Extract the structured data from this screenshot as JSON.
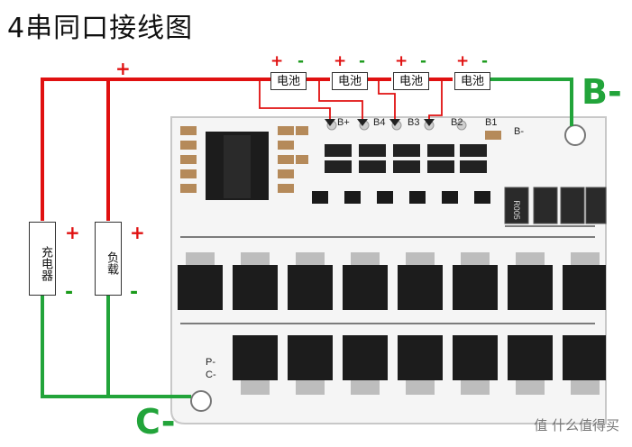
{
  "title": "4串同口接线图",
  "batteries": [
    {
      "label": "电池",
      "plus": "+",
      "minus": "-"
    },
    {
      "label": "电池",
      "plus": "+",
      "minus": "-"
    },
    {
      "label": "电池",
      "plus": "+",
      "minus": "-"
    },
    {
      "label": "电池",
      "plus": "+",
      "minus": "-"
    }
  ],
  "top_plus": "+",
  "charger": {
    "label": "充电器",
    "plus": "+",
    "minus": "-"
  },
  "load": {
    "label": "负载",
    "plus": "+",
    "minus": "-"
  },
  "terminals": {
    "b_minus": "B-",
    "c_minus": "C-"
  },
  "pcb_labels": {
    "b_plus": "B+",
    "b4": "B4",
    "b3": "B3",
    "b2": "B2",
    "b1": "B1",
    "b_minus_small": "B-",
    "p_minus": "P-",
    "c_minus_small": "C-",
    "resistor": "R005"
  },
  "watermark": "值 什么值得买",
  "colors": {
    "red_wire": "#e01010",
    "green_wire": "#22a43a",
    "pcb": "#f4f4f4",
    "chip": "#1c1c1c"
  }
}
